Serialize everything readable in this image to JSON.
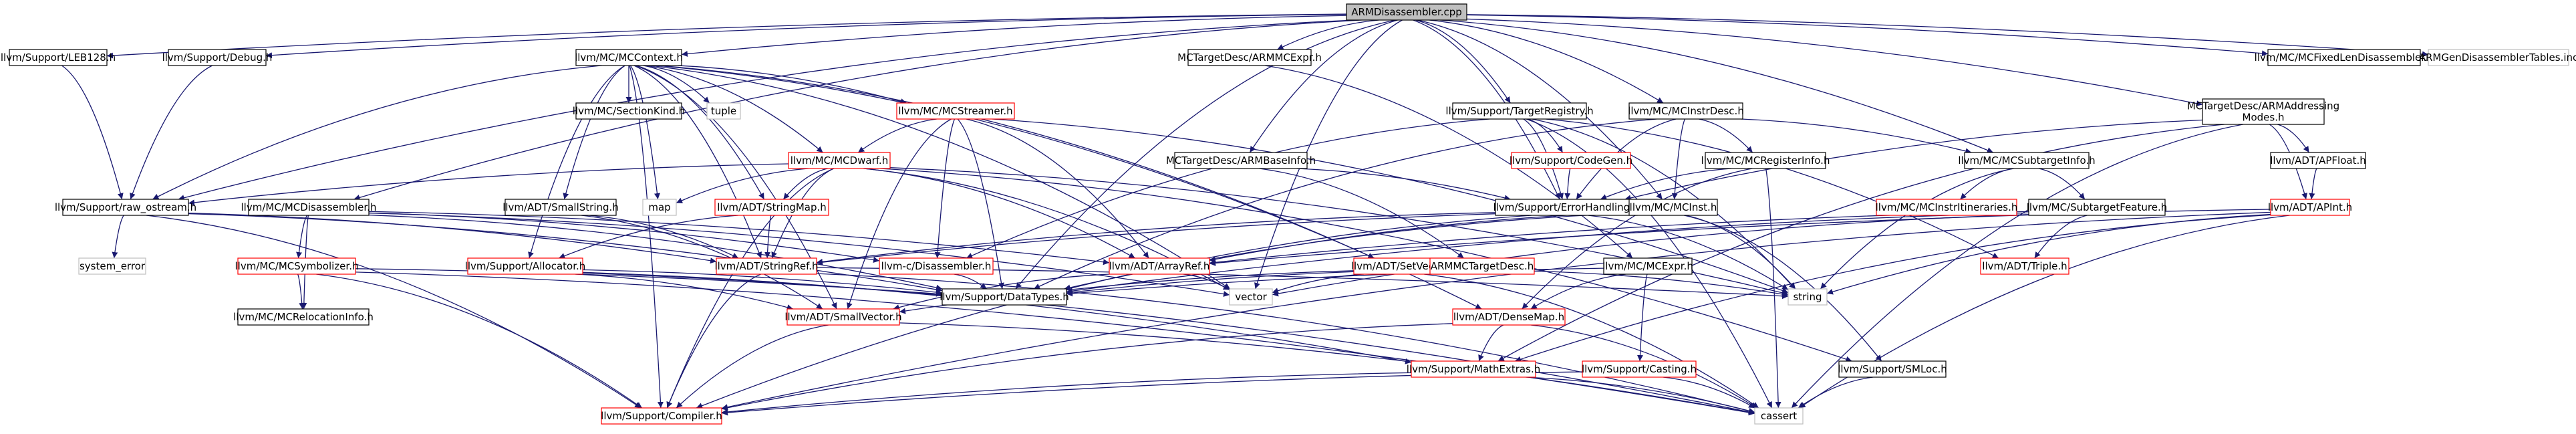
{
  "colors": {
    "root_fill": "#bfbfbf",
    "root_border": "#000000",
    "node_border": "#000000",
    "node_border_truncated": "#ff0000",
    "node_border_plain": "#bfbfbf",
    "node_fill": "#ffffff",
    "edge": "#191970"
  },
  "nodes": [
    {
      "id": "root",
      "label": "ARMDisassembler.cpp",
      "style": "root"
    },
    {
      "id": "leb128",
      "label": "llvm/Support/LEB128.h",
      "style": "normal"
    },
    {
      "id": "debug",
      "label": "llvm/Support/Debug.h",
      "style": "normal"
    },
    {
      "id": "mccontext",
      "label": "llvm/MC/MCContext.h",
      "style": "normal"
    },
    {
      "id": "armmcexpr",
      "label": "MCTargetDesc/ARMMCExpr.h",
      "style": "normal"
    },
    {
      "id": "fixedlen",
      "label": "llvm/MC/MCFixedLenDisassembler.h",
      "style": "normal"
    },
    {
      "id": "gentables",
      "label": "ARMGenDisassemblerTables.inc",
      "style": "plain"
    },
    {
      "id": "sectionkind",
      "label": "llvm/MC/SectionKind.h",
      "style": "normal"
    },
    {
      "id": "tuple",
      "label": "tuple",
      "style": "plain"
    },
    {
      "id": "mcstreamer",
      "label": "llvm/MC/MCStreamer.h",
      "style": "truncated"
    },
    {
      "id": "targetregistry",
      "label": "llvm/Support/TargetRegistry.h",
      "style": "normal"
    },
    {
      "id": "mcinstrdesc",
      "label": "llvm/MC/MCInstrDesc.h",
      "style": "normal"
    },
    {
      "id": "armaddrmodes",
      "label": "MCTargetDesc/ARMAddressing Modes.h",
      "style": "normal"
    },
    {
      "id": "mcdwarf",
      "label": "llvm/MC/MCDwarf.h",
      "style": "truncated"
    },
    {
      "id": "codegen",
      "label": "llvm/Support/CodeGen.h",
      "style": "truncated"
    },
    {
      "id": "mcreginfo",
      "label": "llvm/MC/MCRegisterInfo.h",
      "style": "normal"
    },
    {
      "id": "armbaseinfo",
      "label": "MCTargetDesc/ARMBaseInfo.h",
      "style": "normal"
    },
    {
      "id": "mcsubtarget",
      "label": "llvm/MC/MCSubtargetInfo.h",
      "style": "normal"
    },
    {
      "id": "apfloat",
      "label": "llvm/ADT/APFloat.h",
      "style": "normal"
    },
    {
      "id": "rawostream",
      "label": "llvm/Support/raw_ostream.h",
      "style": "normal"
    },
    {
      "id": "mcdisasm",
      "label": "llvm/MC/MCDisassembler.h",
      "style": "normal"
    },
    {
      "id": "map",
      "label": "map",
      "style": "plain"
    },
    {
      "id": "smallstring",
      "label": "llvm/ADT/SmallString.h",
      "style": "normal"
    },
    {
      "id": "stringmap",
      "label": "llvm/ADT/StringMap.h",
      "style": "truncated"
    },
    {
      "id": "errorhandling",
      "label": "llvm/Support/ErrorHandling.h",
      "style": "normal"
    },
    {
      "id": "mcinst",
      "label": "llvm/MC/MCInst.h",
      "style": "normal"
    },
    {
      "id": "mcinstritin",
      "label": "llvm/MC/MCInstrItineraries.h",
      "style": "truncated"
    },
    {
      "id": "subtargetfeature",
      "label": "llvm/MC/SubtargetFeature.h",
      "style": "normal"
    },
    {
      "id": "apint",
      "label": "llvm/ADT/APInt.h",
      "style": "truncated"
    },
    {
      "id": "systemerror",
      "label": "system_error",
      "style": "plain"
    },
    {
      "id": "mcsymbolizer",
      "label": "llvm/MC/MCSymbolizer.h",
      "style": "truncated"
    },
    {
      "id": "allocator",
      "label": "llvm/Support/Allocator.h",
      "style": "truncated"
    },
    {
      "id": "stringref",
      "label": "llvm/ADT/StringRef.h",
      "style": "truncated"
    },
    {
      "id": "cdisasm",
      "label": "llvm-c/Disassembler.h",
      "style": "truncated"
    },
    {
      "id": "arrayref",
      "label": "llvm/ADT/ArrayRef.h",
      "style": "truncated"
    },
    {
      "id": "setvector",
      "label": "llvm/ADT/SetVector.h",
      "style": "truncated"
    },
    {
      "id": "armmctargetdesc",
      "label": "ARMMCTargetDesc.h",
      "style": "truncated"
    },
    {
      "id": "mcexpr",
      "label": "llvm/MC/MCExpr.h",
      "style": "normal"
    },
    {
      "id": "triple",
      "label": "llvm/ADT/Triple.h",
      "style": "truncated"
    },
    {
      "id": "string",
      "label": "string",
      "style": "plain"
    },
    {
      "id": "vector",
      "label": "vector",
      "style": "plain"
    },
    {
      "id": "datatypes",
      "label": "llvm/Support/DataTypes.h",
      "style": "normal"
    },
    {
      "id": "mcreloc",
      "label": "llvm/MC/MCRelocationInfo.h",
      "style": "normal"
    },
    {
      "id": "smallvector",
      "label": "llvm/ADT/SmallVector.h",
      "style": "truncated"
    },
    {
      "id": "densemap",
      "label": "llvm/ADT/DenseMap.h",
      "style": "truncated"
    },
    {
      "id": "mathextras",
      "label": "llvm/Support/MathExtras.h",
      "style": "truncated"
    },
    {
      "id": "casting",
      "label": "llvm/Support/Casting.h",
      "style": "truncated"
    },
    {
      "id": "smloc",
      "label": "llvm/Support/SMLoc.h",
      "style": "normal"
    },
    {
      "id": "compiler",
      "label": "llvm/Support/Compiler.h",
      "style": "truncated"
    },
    {
      "id": "cassert",
      "label": "cassert",
      "style": "plain"
    }
  ],
  "edges": [
    [
      "root",
      "leb128"
    ],
    [
      "root",
      "debug"
    ],
    [
      "root",
      "mccontext"
    ],
    [
      "root",
      "armmcexpr"
    ],
    [
      "root",
      "fixedlen"
    ],
    [
      "root",
      "gentables"
    ],
    [
      "root",
      "rawostream"
    ],
    [
      "root",
      "targetregistry"
    ],
    [
      "root",
      "mcinstrdesc"
    ],
    [
      "root",
      "armaddrmodes"
    ],
    [
      "root",
      "armbaseinfo"
    ],
    [
      "root",
      "mcsubtarget"
    ],
    [
      "root",
      "errorhandling"
    ],
    [
      "root",
      "mcinst"
    ],
    [
      "root",
      "mcdisasm"
    ],
    [
      "root",
      "datatypes"
    ],
    [
      "root",
      "vector"
    ],
    [
      "leb128",
      "rawostream"
    ],
    [
      "debug",
      "rawostream"
    ],
    [
      "mccontext",
      "sectionkind"
    ],
    [
      "mccontext",
      "tuple"
    ],
    [
      "mccontext",
      "mcstreamer"
    ],
    [
      "mccontext",
      "mcdwarf"
    ],
    [
      "mccontext",
      "rawostream"
    ],
    [
      "mccontext",
      "map"
    ],
    [
      "mccontext",
      "smallstring"
    ],
    [
      "mccontext",
      "stringmap"
    ],
    [
      "mccontext",
      "allocator"
    ],
    [
      "mccontext",
      "setvector"
    ],
    [
      "mccontext",
      "compiler"
    ],
    [
      "mccontext",
      "smallvector"
    ],
    [
      "mccontext",
      "vector"
    ],
    [
      "mccontext",
      "stringref"
    ],
    [
      "mccontext",
      "densemap"
    ],
    [
      "mcstreamer",
      "mcdwarf"
    ],
    [
      "mcstreamer",
      "cdisasm"
    ],
    [
      "mcstreamer",
      "arrayref"
    ],
    [
      "mcstreamer",
      "smallvector"
    ],
    [
      "mcstreamer",
      "datatypes"
    ],
    [
      "mcstreamer",
      "string"
    ],
    [
      "mcdwarf",
      "rawostream"
    ],
    [
      "mcdwarf",
      "map"
    ],
    [
      "mcdwarf",
      "stringmap"
    ],
    [
      "mcdwarf",
      "stringref"
    ],
    [
      "mcdwarf",
      "arrayref"
    ],
    [
      "mcdwarf",
      "vector"
    ],
    [
      "mcdwarf",
      "string"
    ],
    [
      "mcdwarf",
      "smloc"
    ],
    [
      "mcdwarf",
      "compiler"
    ],
    [
      "armmcexpr",
      "mcexpr"
    ],
    [
      "targetregistry",
      "codegen"
    ],
    [
      "targetregistry",
      "cdisasm"
    ],
    [
      "targetregistry",
      "triple"
    ],
    [
      "targetregistry",
      "errorhandling"
    ],
    [
      "targetregistry",
      "string"
    ],
    [
      "targetregistry",
      "cassert"
    ],
    [
      "codegen",
      "errorhandling"
    ],
    [
      "mcinstrdesc",
      "mcreginfo"
    ],
    [
      "mcinstrdesc",
      "mcsubtarget"
    ],
    [
      "mcinstrdesc",
      "errorhandling"
    ],
    [
      "mcinstrdesc",
      "mcinst"
    ],
    [
      "mcinstrdesc",
      "datatypes"
    ],
    [
      "mcreginfo",
      "errorhandling"
    ],
    [
      "mcreginfo",
      "densemap"
    ],
    [
      "mcreginfo",
      "cassert"
    ],
    [
      "armbaseinfo",
      "errorhandling"
    ],
    [
      "armbaseinfo",
      "armmctargetdesc"
    ],
    [
      "mcsubtarget",
      "mcinstritin"
    ],
    [
      "mcsubtarget",
      "subtargetfeature"
    ],
    [
      "mcsubtarget",
      "string"
    ],
    [
      "armaddrmodes",
      "apfloat"
    ],
    [
      "armaddrmodes",
      "apint"
    ],
    [
      "armaddrmodes",
      "cassert"
    ],
    [
      "armaddrmodes",
      "errorhandling"
    ],
    [
      "armaddrmodes",
      "mathextras"
    ],
    [
      "apfloat",
      "apint"
    ],
    [
      "subtargetfeature",
      "arrayref"
    ],
    [
      "subtargetfeature",
      "triple"
    ],
    [
      "subtargetfeature",
      "vector"
    ],
    [
      "subtargetfeature",
      "datatypes"
    ],
    [
      "rawostream",
      "systemerror"
    ],
    [
      "rawostream",
      "compiler"
    ],
    [
      "rawostream",
      "datatypes"
    ],
    [
      "rawostream",
      "stringref"
    ],
    [
      "mcdisasm",
      "mcsymbolizer"
    ],
    [
      "mcdisasm",
      "mcreloc"
    ],
    [
      "mcdisasm",
      "datatypes"
    ],
    [
      "mcdisasm",
      "cdisasm"
    ],
    [
      "mcdisasm",
      "arrayref"
    ],
    [
      "mcdisasm",
      "vector"
    ],
    [
      "mcsymbolizer",
      "mcreloc"
    ],
    [
      "mcsymbolizer",
      "datatypes"
    ],
    [
      "mcsymbolizer",
      "cassert"
    ],
    [
      "mcsymbolizer",
      "compiler"
    ],
    [
      "smallstring",
      "stringref"
    ],
    [
      "smallstring",
      "smallvector"
    ],
    [
      "stringmap",
      "stringref"
    ],
    [
      "stringmap",
      "allocator"
    ],
    [
      "errorhandling",
      "stringref"
    ],
    [
      "errorhandling",
      "compiler"
    ],
    [
      "errorhandling",
      "string"
    ],
    [
      "mcinst",
      "arrayref"
    ],
    [
      "mcinst",
      "string"
    ],
    [
      "mcinst",
      "smloc"
    ],
    [
      "mcinst",
      "stringref"
    ],
    [
      "mcinst",
      "datatypes"
    ],
    [
      "apint",
      "arrayref"
    ],
    [
      "apint",
      "mathextras"
    ],
    [
      "apint",
      "string"
    ],
    [
      "apint",
      "cassert"
    ],
    [
      "apint",
      "compiler"
    ],
    [
      "allocator",
      "smallvector"
    ],
    [
      "allocator",
      "datatypes"
    ],
    [
      "allocator",
      "mathextras"
    ],
    [
      "allocator",
      "cassert"
    ],
    [
      "stringref",
      "compiler"
    ],
    [
      "stringref",
      "cassert"
    ],
    [
      "stringref",
      "string"
    ],
    [
      "cdisasm",
      "datatypes"
    ],
    [
      "arrayref",
      "smallvector"
    ],
    [
      "arrayref",
      "vector"
    ],
    [
      "setvector",
      "smallvector"
    ],
    [
      "setvector",
      "vector"
    ],
    [
      "setvector",
      "cassert"
    ],
    [
      "armmctargetdesc",
      "datatypes"
    ],
    [
      "armmctargetdesc",
      "string"
    ],
    [
      "mcexpr",
      "casting"
    ],
    [
      "mcexpr",
      "datatypes"
    ],
    [
      "mcexpr",
      "densemap"
    ],
    [
      "densemap",
      "compiler"
    ],
    [
      "densemap",
      "mathextras"
    ],
    [
      "densemap",
      "cassert"
    ],
    [
      "smallvector",
      "compiler"
    ],
    [
      "smallvector",
      "cassert"
    ],
    [
      "mathextras",
      "compiler"
    ],
    [
      "mathextras",
      "cassert"
    ],
    [
      "casting",
      "compiler"
    ],
    [
      "casting",
      "cassert"
    ],
    [
      "smloc",
      "cassert"
    ]
  ]
}
